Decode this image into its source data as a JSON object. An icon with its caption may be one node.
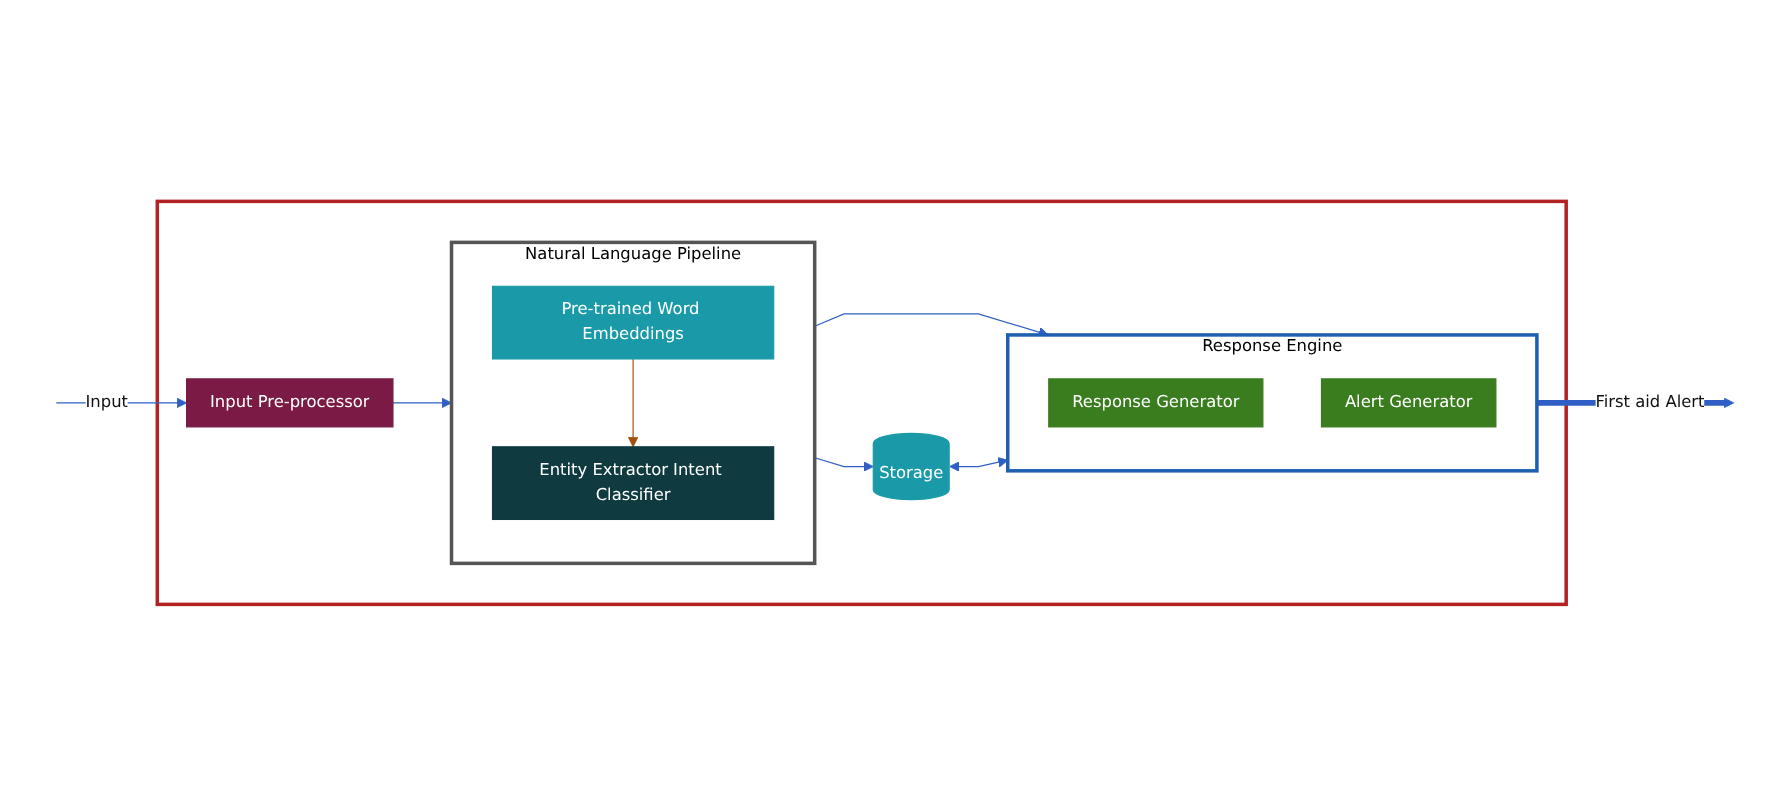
{
  "diagram": {
    "nodes": [
      {
        "text": [],
        "shape": "box"
      },
      {
        "text": [
          "Input Pre-processor"
        ],
        "in": 0
      },
      {
        "text": [
          "Natural Language Pipeline"
        ],
        "in": 0
      },
      {
        "text": [
          "Pre-trained Word Embeddings"
        ],
        "in": 2
      },
      {
        "text": [
          "Entity Extractor Intent Classifier"
        ],
        "in": 2
      },
      {
        "text": [
          "Response Engine"
        ],
        "in": 0
      },
      {
        "text": [
          "Response Generator"
        ],
        "in": 5
      },
      {
        "text": [
          "Alert Generator"
        ],
        "in": 5
      },
      {
        "text": [
          "Storage"
        ],
        "in": 0
      }
    ],
    "edges": [
      {
        "from": null,
        "to": 1,
        "arrow": "to",
        "label": "Input"
      },
      {
        "from": 1,
        "to": 2,
        "arrow": "to"
      },
      {
        "from": 3,
        "to": 4,
        "arrow": "to",
        "color": "#a0520f"
      },
      {
        "from": 2,
        "to": 5,
        "arrow": "to"
      },
      {
        "from": 5,
        "to": null,
        "arrow": "to",
        "label": "First aid Alert",
        "style": "thick"
      },
      {
        "from": 2,
        "to": 8,
        "arrow": "to"
      },
      {
        "from": 8,
        "to": 5,
        "arrow": "both"
      }
    ]
  }
}
